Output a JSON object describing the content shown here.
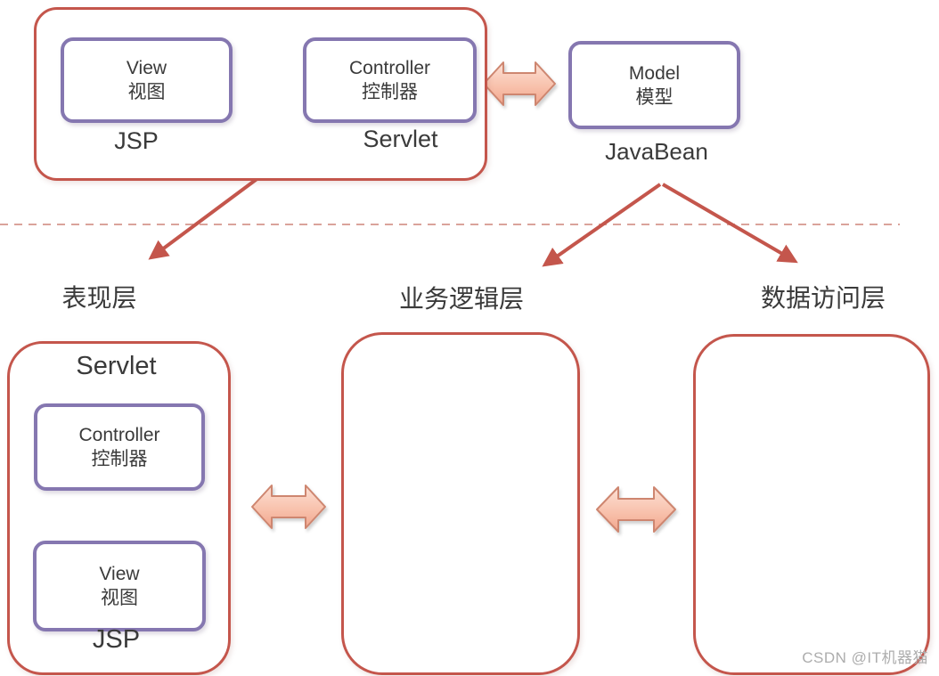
{
  "diagram": {
    "top": {
      "mvc_box": {
        "view": {
          "en": "View",
          "zh": "视图"
        },
        "controller": {
          "en": "Controller",
          "zh": "控制器"
        },
        "jsp_caption": "JSP",
        "servlet_caption": "Servlet"
      },
      "model_box": {
        "en": "Model",
        "zh": "模型"
      },
      "model_caption": "JavaBean"
    },
    "layer_labels": {
      "presentation": "表现层",
      "business": "业务逻辑层",
      "data_access": "数据访问层"
    },
    "bottom": {
      "presentation_box": {
        "title": "Servlet",
        "controller": {
          "en": "Controller",
          "zh": "控制器"
        },
        "view": {
          "en": "View",
          "zh": "视图"
        },
        "caption": "JSP"
      }
    },
    "watermark": "CSDN @IT机器猫"
  },
  "colors": {
    "accent_red": "#C4564C",
    "purple": "#8577B0",
    "text": "#3A3A3A",
    "arrow_fill_light": "#FCE0D5",
    "arrow_fill_mid": "#F8C2AD",
    "arrow_fill_dark": "#F2A68D",
    "arrow_outline": "#CE8670",
    "dashed": "#D4938A",
    "watermark": "#ADADAD"
  }
}
